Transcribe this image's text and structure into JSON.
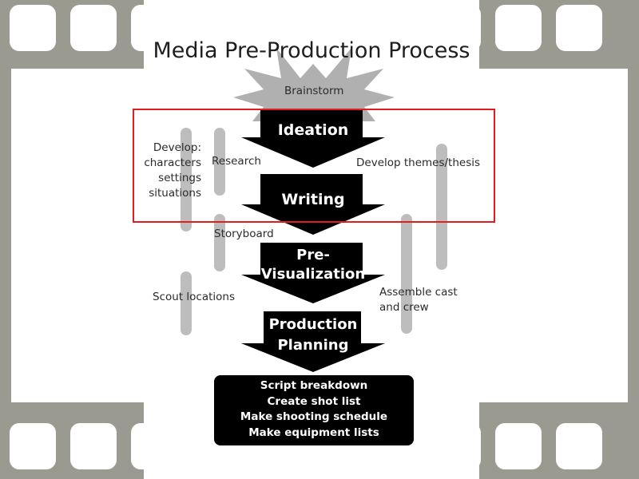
{
  "title": "Media Pre-Production Process",
  "stages": [
    {
      "label": "Brainstorm"
    },
    {
      "label": "Ideation"
    },
    {
      "label": "Writing"
    },
    {
      "label_lines": [
        "Pre-",
        "Visualization"
      ]
    },
    {
      "label_lines": [
        "Production",
        "Planning"
      ]
    }
  ],
  "side_labels": {
    "develop": [
      "Develop:",
      "characters",
      "settings",
      "situations"
    ],
    "research": "Research",
    "themes": "Develop themes/thesis",
    "storyboard": "Storyboard",
    "scout": "Scout locations",
    "assemble": [
      "Assemble cast",
      "and crew"
    ]
  },
  "final_box": [
    "Script breakdown",
    "Create shot list",
    "Make shooting schedule",
    "Make equipment lists"
  ],
  "colors": {
    "film_frame": "#9a9a90",
    "starburst": "#a9a9a9",
    "arrow": "#000000",
    "bar": "#bdbdbd",
    "highlight": "#e21d1d"
  }
}
